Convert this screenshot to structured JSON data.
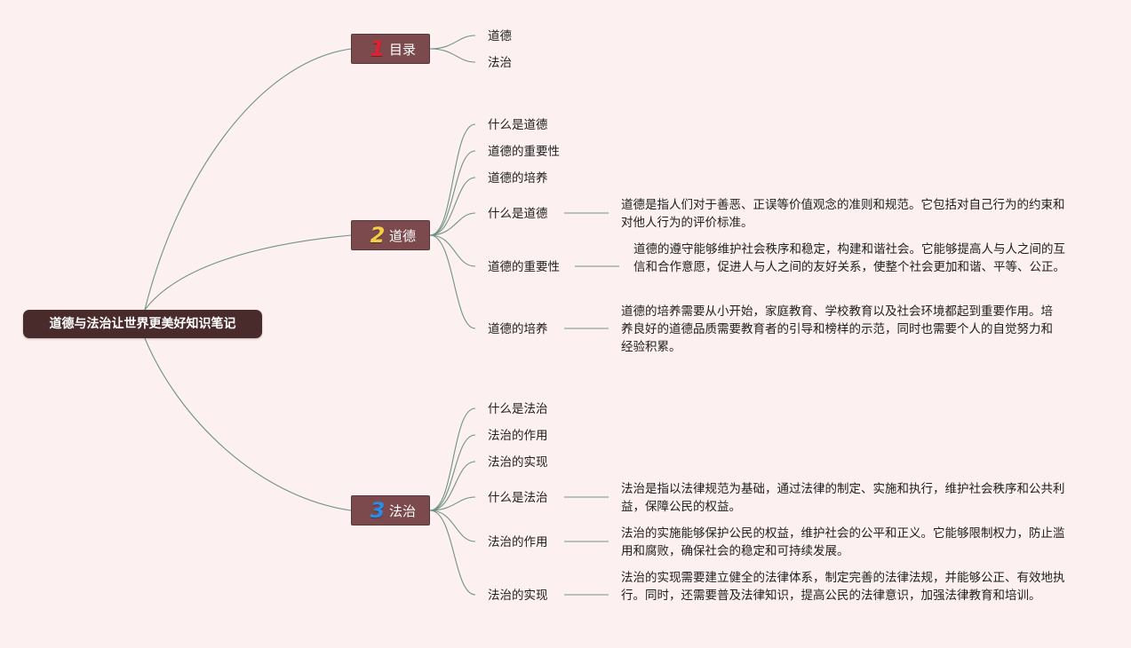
{
  "root": {
    "title": "道德与法治让世界更美好知识笔记"
  },
  "branches": [
    {
      "number": "1",
      "label": "目录"
    },
    {
      "number": "2",
      "label": "道德"
    },
    {
      "number": "3",
      "label": "法治"
    }
  ],
  "toc": {
    "items": [
      "道德",
      "法治"
    ]
  },
  "morality": {
    "topics": [
      "什么是道德",
      "道德的重要性",
      "道德的培养"
    ],
    "details": [
      {
        "label": "什么是道德",
        "text": "道德是指人们对于善恶、正误等价值观念的准则和规范。它包括对自己行为的约束和对他人行为的评价标准。"
      },
      {
        "label": "道德的重要性",
        "text": "道德的遵守能够维护社会秩序和稳定，构建和谐社会。它能够提高人与人之间的互信和合作意愿，促进人与人之间的友好关系，使整个社会更加和谐、平等、公正。"
      },
      {
        "label": "道德的培养",
        "text": "道德的培养需要从小开始，家庭教育、学校教育以及社会环境都起到重要作用。培养良好的道德品质需要教育者的引导和榜样的示范，同时也需要个人的自觉努力和经验积累。"
      }
    ]
  },
  "rule_of_law": {
    "topics": [
      "什么是法治",
      "法治的作用",
      "法治的实现"
    ],
    "details": [
      {
        "label": "什么是法治",
        "text": "法治是指以法律规范为基础，通过法律的制定、实施和执行，维护社会秩序和公共利益，保障公民的权益。"
      },
      {
        "label": "法治的作用",
        "text": "法治的实施能够保护公民的权益，维护社会的公平和正义。它能够限制权力，防止滥用和腐败，确保社会的稳定和可持续发展。"
      },
      {
        "label": "法治的实现",
        "text": "法治的实现需要建立健全的法律体系，制定完善的法律法规，并能够公正、有效地执行。同时，还需要普及法律知识，提高公民的法律意识，加强法律教育和培训。"
      }
    ]
  },
  "colors": {
    "background": "#fdf0f0",
    "root_fill": "#4a2b2c",
    "branch_fill": "#7c4a4d",
    "connector": "#6f9383",
    "number_1": "#e02033",
    "number_2": "#f6ce45",
    "number_3": "#2a8ce6"
  }
}
